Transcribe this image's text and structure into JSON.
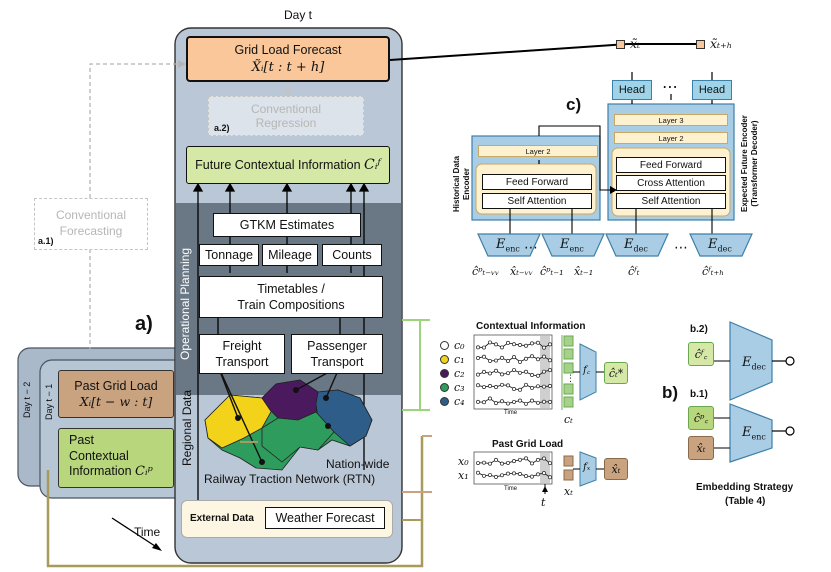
{
  "colors": {
    "panel_blue": "#b9c7d6",
    "panel_dark": "#5e6b78",
    "orange": "#f9c79a",
    "green": "#d5e8a6",
    "brown": "#c9a27f",
    "teal": "#9fd3e8",
    "cream": "#fdf1cf",
    "c0": "#ffffff",
    "c1": "#f2d31a",
    "c2": "#4b1a5e",
    "c3": "#2e9c5c",
    "c4": "#2f5d8a"
  },
  "panel": {
    "day_label": "Day t",
    "grid_load_forecast": "Grid Load Forecast",
    "grid_load_formula": "X̃ᵢ[t : t + h]",
    "conventional_regression": "Conventional Regression",
    "a2": "a.2)",
    "future_contextual": "Future Contextual Information",
    "future_contextual_sym": "Cᵢᶠ",
    "operational_planning": "Operational Planning",
    "gtkm": "GTKM Estimates",
    "tonnage": "Tonnage",
    "mileage": "Mileage",
    "counts": "Counts",
    "timetables": "Timetables /",
    "train_compositions": "Train Compositions",
    "freight": "Freight",
    "freight2": "Transport",
    "passenger": "Passenger",
    "passenger2": "Transport",
    "regional_data": "Regional Data",
    "nationwide": "Nation-wide",
    "rtn": "Railway Traction Network (RTN)",
    "external_data": "External Data",
    "weather": "Weather Forecast"
  },
  "left": {
    "conventional_forecasting_1": "Conventional",
    "conventional_forecasting_2": "Forecasting",
    "a1": "a.1)",
    "a_label": "a)",
    "day_t2": "Day t − 2",
    "day_t1": "Day t − 1",
    "past_grid_load": "Past Grid Load",
    "past_grid_formula": "Xᵢ[t − w : t]",
    "past_ctx_1": "Past",
    "past_ctx_2": "Contextual",
    "past_ctx_3": "Information",
    "past_ctx_sym": "Cᵢᵖ",
    "time": "Time"
  },
  "transformer": {
    "c_label": "c)",
    "x_t": "x̃ₜ",
    "x_th": "x̃ₜ₊ₕ",
    "head": "Head",
    "dots": "⋯",
    "layer3": "Layer 3",
    "layer2_dec": "Layer 2",
    "layer2_enc": "Layer 2",
    "feed_forward_enc": "Feed Forward",
    "self_attention_enc": "Self Attention",
    "feed_forward_dec": "Feed Forward",
    "cross_attention": "Cross Attention",
    "self_attention_dec": "Self Attention",
    "historical_encoder_1": "Historical Data",
    "historical_encoder_2": "Encoder",
    "future_encoder_1": "Expected Future Encoder",
    "future_encoder_2": "(Transformer Decoder)",
    "e_enc": "E",
    "e_enc_sub": "enc",
    "e_dec": "E",
    "e_dec_sub": "dec",
    "in1a": "ĉᵖₜ₋ᵥᵥ",
    "in1b": "x̂ₜ₋ᵥᵥ",
    "in2a": "ĉᵖₜ₋₁",
    "in2b": "x̂ₜ₋₁",
    "in3": "ĉᶠₜ",
    "in4": "ĉᶠₜ₊ₕ"
  },
  "contextual": {
    "title": "Contextual Information",
    "legend": [
      "c₀",
      "c₁",
      "c₂",
      "c₃",
      "c₄"
    ],
    "time": "Time",
    "ct": "cₜ",
    "fc": "f꜀",
    "chat": "ĉₜ*",
    "b_label": "b)"
  },
  "pastgrid": {
    "title": "Past Grid Load",
    "x0": "x₀",
    "x1": "x₁",
    "time": "Time",
    "t": "t",
    "xt": "xₜ",
    "fx": "fₓ",
    "xhat": "x̂ₜ"
  },
  "embedding": {
    "b2": "b.2)",
    "b1": "b.1)",
    "cf": "ĉᶠ꜀",
    "cp": "ĉᵖ꜀",
    "xt": "x̂ₜ",
    "e_dec": "E",
    "e_dec_sub": "dec",
    "e_enc": "E",
    "e_enc_sub": "enc",
    "strategy": "Embedding Strategy",
    "table": "(Table 4)"
  }
}
